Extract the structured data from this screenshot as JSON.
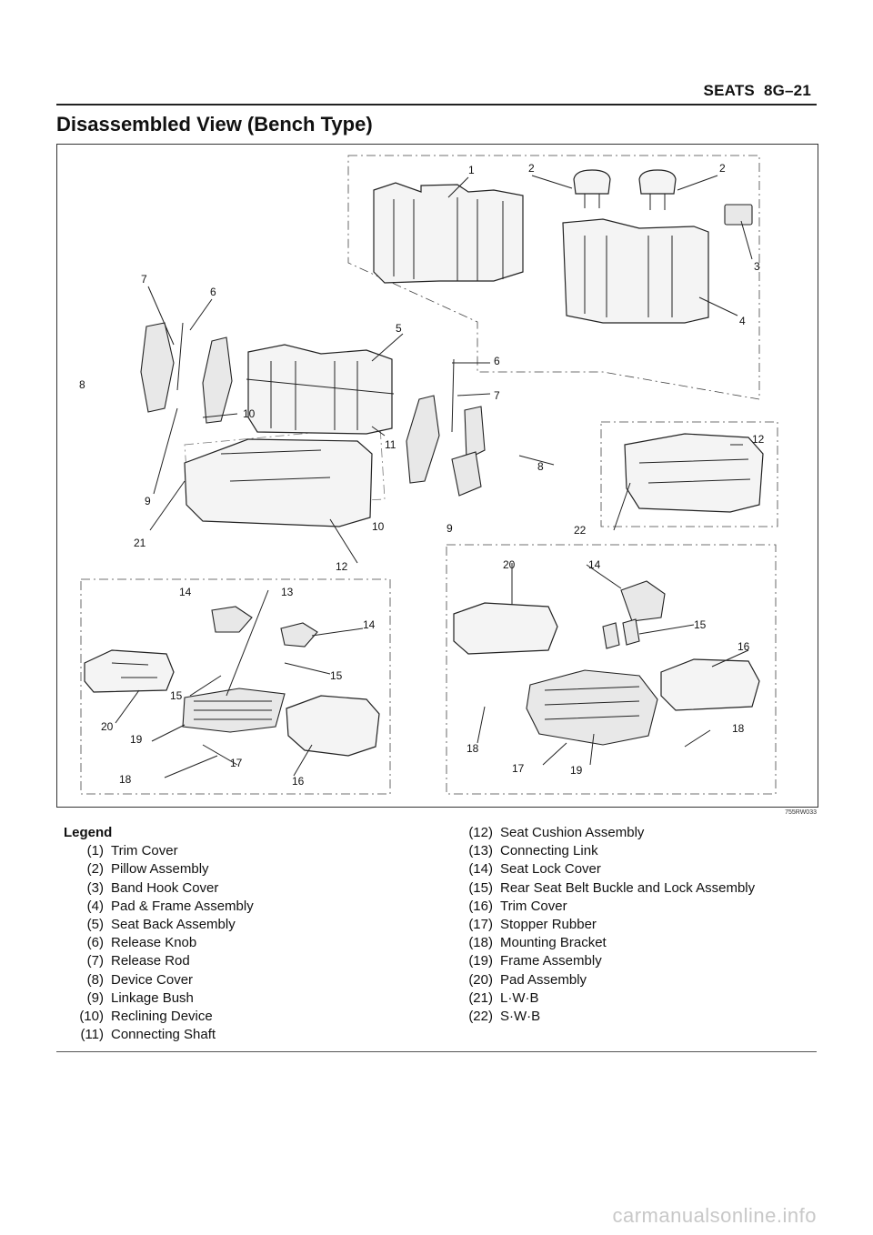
{
  "header": {
    "section": "SEATS",
    "page": "8G–21"
  },
  "title": "Disassembled View (Bench Type)",
  "figure_code": "755RW033",
  "callouts": [
    "1",
    "2",
    "2",
    "3",
    "4",
    "5",
    "6",
    "7",
    "8",
    "10",
    "11",
    "9",
    "21",
    "12",
    "6",
    "7",
    "8",
    "9",
    "10",
    "12",
    "22",
    "14",
    "13",
    "14",
    "15",
    "15",
    "20",
    "19",
    "18",
    "17",
    "16",
    "20",
    "14",
    "15",
    "16",
    "18",
    "18",
    "17",
    "19"
  ],
  "legend": {
    "title": "Legend",
    "left": [
      {
        "num": "(1)",
        "label": "Trim Cover"
      },
      {
        "num": "(2)",
        "label": "Pillow Assembly"
      },
      {
        "num": "(3)",
        "label": "Band Hook Cover"
      },
      {
        "num": "(4)",
        "label": "Pad & Frame Assembly"
      },
      {
        "num": "(5)",
        "label": "Seat Back Assembly"
      },
      {
        "num": "(6)",
        "label": "Release Knob"
      },
      {
        "num": "(7)",
        "label": "Release Rod"
      },
      {
        "num": "(8)",
        "label": "Device Cover"
      },
      {
        "num": "(9)",
        "label": "Linkage Bush"
      },
      {
        "num": "(10)",
        "label": "Reclining Device"
      },
      {
        "num": "(11)",
        "label": "Connecting Shaft"
      }
    ],
    "right": [
      {
        "num": "(12)",
        "label": "Seat Cushion Assembly"
      },
      {
        "num": "(13)",
        "label": "Connecting Link"
      },
      {
        "num": "(14)",
        "label": "Seat Lock Cover"
      },
      {
        "num": "(15)",
        "label": "Rear Seat Belt Buckle and Lock Assembly"
      },
      {
        "num": "(16)",
        "label": "Trim Cover"
      },
      {
        "num": "(17)",
        "label": "Stopper Rubber"
      },
      {
        "num": "(18)",
        "label": "Mounting Bracket"
      },
      {
        "num": "(19)",
        "label": "Frame Assembly"
      },
      {
        "num": "(20)",
        "label": "Pad Assembly"
      },
      {
        "num": "(21)",
        "label": "L·W·B"
      },
      {
        "num": "(22)",
        "label": "S·W·B"
      }
    ]
  },
  "watermark": "carmanualsonline.info"
}
